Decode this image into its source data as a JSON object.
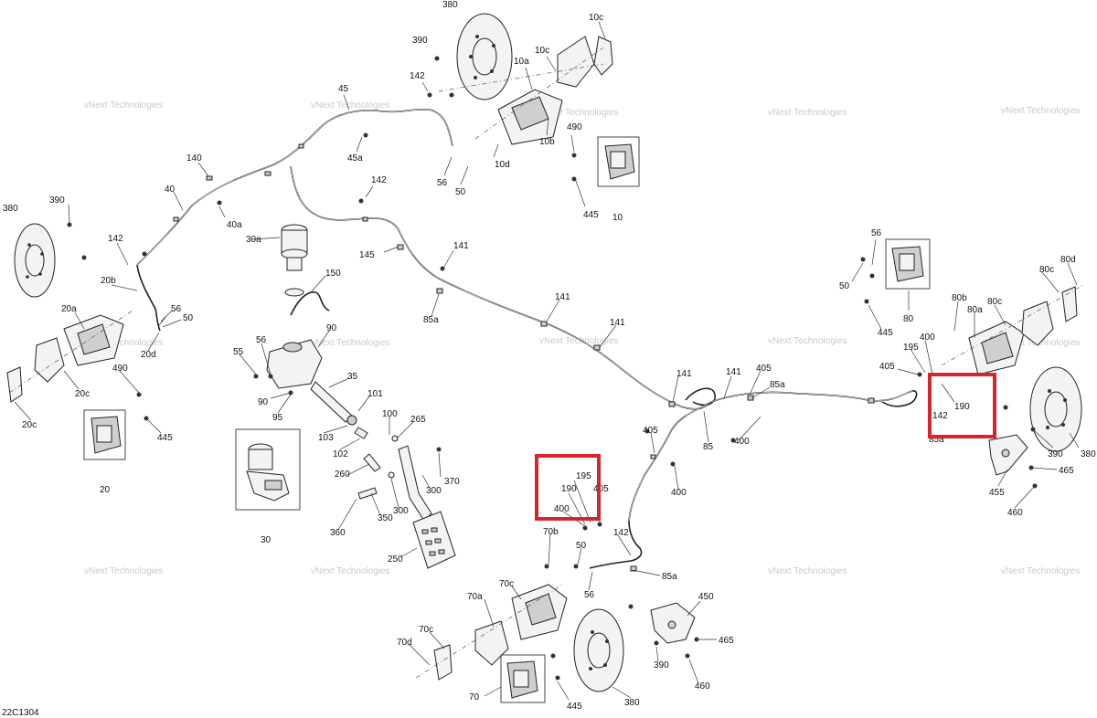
{
  "drawing_code": "22C1304",
  "watermark": "vNext Technologies",
  "highlight_color": "#d6262b",
  "callouts": [
    {
      "id": "c1",
      "text": "380"
    },
    {
      "id": "c2",
      "text": "10c"
    },
    {
      "id": "c3",
      "text": "390"
    },
    {
      "id": "c4",
      "text": "10c"
    },
    {
      "id": "c5",
      "text": "10a"
    },
    {
      "id": "c6",
      "text": "142"
    },
    {
      "id": "c7",
      "text": "45"
    },
    {
      "id": "c8",
      "text": "140"
    },
    {
      "id": "c9",
      "text": "40"
    },
    {
      "id": "c10",
      "text": "490"
    },
    {
      "id": "c11",
      "text": "10b"
    },
    {
      "id": "c12",
      "text": "45a"
    },
    {
      "id": "c13",
      "text": "10d"
    },
    {
      "id": "c14",
      "text": "56"
    },
    {
      "id": "c15",
      "text": "50"
    },
    {
      "id": "c16",
      "text": "142"
    },
    {
      "id": "c17",
      "text": "445"
    },
    {
      "id": "c18",
      "text": "10"
    },
    {
      "id": "c19",
      "text": "390"
    },
    {
      "id": "c20",
      "text": "380"
    },
    {
      "id": "c21",
      "text": "40a"
    },
    {
      "id": "c22",
      "text": "30a"
    },
    {
      "id": "c23",
      "text": "142"
    },
    {
      "id": "c24",
      "text": "145"
    },
    {
      "id": "c25",
      "text": "141"
    },
    {
      "id": "c26",
      "text": "150"
    },
    {
      "id": "c27",
      "text": "20b"
    },
    {
      "id": "c28",
      "text": "56"
    },
    {
      "id": "c29",
      "text": "50"
    },
    {
      "id": "c30",
      "text": "20a"
    },
    {
      "id": "c31",
      "text": "20d"
    },
    {
      "id": "c32",
      "text": "85a"
    },
    {
      "id": "c33",
      "text": "141"
    },
    {
      "id": "c34",
      "text": "141"
    },
    {
      "id": "c35",
      "text": "90"
    },
    {
      "id": "c36",
      "text": "56"
    },
    {
      "id": "c37",
      "text": "55"
    },
    {
      "id": "c38",
      "text": "490"
    },
    {
      "id": "c39",
      "text": "20c"
    },
    {
      "id": "c40",
      "text": "20c"
    },
    {
      "id": "c41",
      "text": "445"
    },
    {
      "id": "c42",
      "text": "90"
    },
    {
      "id": "c43",
      "text": "35"
    },
    {
      "id": "c44",
      "text": "101"
    },
    {
      "id": "c45",
      "text": "95"
    },
    {
      "id": "c46",
      "text": "100"
    },
    {
      "id": "c47",
      "text": "265"
    },
    {
      "id": "c48",
      "text": "103"
    },
    {
      "id": "c49",
      "text": "102"
    },
    {
      "id": "c50",
      "text": "20"
    },
    {
      "id": "c51",
      "text": "260"
    },
    {
      "id": "c52",
      "text": "370"
    },
    {
      "id": "c53",
      "text": "300"
    },
    {
      "id": "c54",
      "text": "300"
    },
    {
      "id": "c55",
      "text": "350"
    },
    {
      "id": "c56",
      "text": "360"
    },
    {
      "id": "c57",
      "text": "30"
    },
    {
      "id": "c58",
      "text": "250"
    },
    {
      "id": "c59",
      "text": "141"
    },
    {
      "id": "c60",
      "text": "141"
    },
    {
      "id": "c61",
      "text": "405"
    },
    {
      "id": "c62",
      "text": "85a"
    },
    {
      "id": "c63",
      "text": "85"
    },
    {
      "id": "c64",
      "text": "400"
    },
    {
      "id": "c65",
      "text": "405"
    },
    {
      "id": "c66",
      "text": "400"
    },
    {
      "id": "c67",
      "text": "195"
    },
    {
      "id": "c68",
      "text": "190"
    },
    {
      "id": "c69",
      "text": "405"
    },
    {
      "id": "c70",
      "text": "400"
    },
    {
      "id": "c71",
      "text": "70b"
    },
    {
      "id": "c72",
      "text": "142"
    },
    {
      "id": "c73",
      "text": "50"
    },
    {
      "id": "c74",
      "text": "85a"
    },
    {
      "id": "c75",
      "text": "56"
    },
    {
      "id": "c76",
      "text": "70c"
    },
    {
      "id": "c77",
      "text": "70a"
    },
    {
      "id": "c78",
      "text": "70c"
    },
    {
      "id": "c79",
      "text": "70d"
    },
    {
      "id": "c80",
      "text": "70"
    },
    {
      "id": "c81",
      "text": "445"
    },
    {
      "id": "c82",
      "text": "380"
    },
    {
      "id": "c83",
      "text": "450"
    },
    {
      "id": "c84",
      "text": "465"
    },
    {
      "id": "c85",
      "text": "390"
    },
    {
      "id": "c86",
      "text": "460"
    },
    {
      "id": "c87",
      "text": "56"
    },
    {
      "id": "c88",
      "text": "50"
    },
    {
      "id": "c89",
      "text": "80"
    },
    {
      "id": "c90",
      "text": "445"
    },
    {
      "id": "c91",
      "text": "80d"
    },
    {
      "id": "c92",
      "text": "80c"
    },
    {
      "id": "c93",
      "text": "80b"
    },
    {
      "id": "c94",
      "text": "80a"
    },
    {
      "id": "c95",
      "text": "80c"
    },
    {
      "id": "c96",
      "text": "400"
    },
    {
      "id": "c97",
      "text": "195"
    },
    {
      "id": "c98",
      "text": "405"
    },
    {
      "id": "c99",
      "text": "190"
    },
    {
      "id": "c100",
      "text": "142"
    },
    {
      "id": "c101",
      "text": "85a"
    },
    {
      "id": "c102",
      "text": "390"
    },
    {
      "id": "c103",
      "text": "380"
    },
    {
      "id": "c104",
      "text": "465"
    },
    {
      "id": "c105",
      "text": "455"
    },
    {
      "id": "c106",
      "text": "460"
    }
  ]
}
